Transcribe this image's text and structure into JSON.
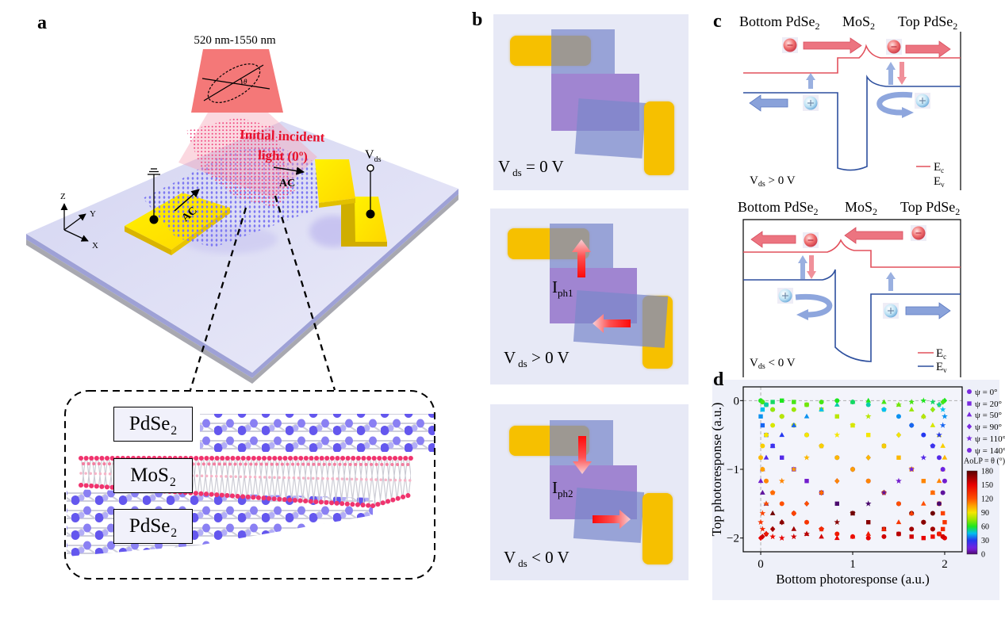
{
  "figure": {
    "panel_labels": [
      "a",
      "b",
      "c",
      "d"
    ]
  },
  "panel_a": {
    "wavelength_range": "520 nm-1550 nm",
    "polarization_angle": "θ",
    "incident_light": [
      "Initial incident",
      "light (0º)"
    ],
    "armchair_labels": [
      "AC",
      "AC"
    ],
    "bias_terminal": {
      "main": "V",
      "sub": "ds"
    },
    "axes": {
      "z": "Z",
      "y": "Y",
      "x": "X"
    },
    "inset_layers": [
      {
        "main": "PdSe",
        "sub": "2"
      },
      {
        "main": "MoS",
        "sub": "2"
      },
      {
        "main": "PdSe",
        "sub": "2"
      }
    ],
    "colors": {
      "light": "#f47878",
      "incident_text": "#e8102a",
      "electrode": "#fff000",
      "substrate": "#dcdcf4",
      "pdse2_atom": "#6457ee",
      "mos2_atom": "#f0346e"
    }
  },
  "panel_b": {
    "states": [
      {
        "bias": {
          "main": "V",
          "sub": "ds",
          "rest": " = 0 V"
        }
      },
      {
        "bias": {
          "main": "V",
          "sub": "ds",
          "rest": " > 0 V"
        },
        "current": {
          "main": "I",
          "sub": "ph1"
        }
      },
      {
        "bias": {
          "main": "V",
          "sub": "ds",
          "rest": " < 0 V"
        },
        "current": {
          "main": "I",
          "sub": "ph2"
        }
      }
    ],
    "colors": {
      "electrode": "#f6c000",
      "pdse2": "#7a88ca",
      "mos2": "#9676cc",
      "current_arrow": "#ff1010"
    }
  },
  "panel_c": {
    "diagrams": [
      {
        "headers": [
          {
            "main": "Bottom PdSe",
            "sub": "2"
          },
          {
            "main": "MoS",
            "sub": "2"
          },
          {
            "main": "Top PdSe",
            "sub": "2"
          }
        ],
        "bias": {
          "main": "V",
          "sub": "ds",
          "rest": " > 0 V"
        },
        "legend": [
          {
            "main": "E",
            "sub": "c"
          },
          {
            "main": "E",
            "sub": "v"
          }
        ]
      },
      {
        "headers": [
          {
            "main": "Bottom PdSe",
            "sub": "2"
          },
          {
            "main": "MoS",
            "sub": "2"
          },
          {
            "main": "Top PdSe",
            "sub": "2"
          }
        ],
        "bias": {
          "main": "V",
          "sub": "ds",
          "rest": " < 0 V"
        },
        "legend": [
          {
            "main": "E",
            "sub": "c"
          },
          {
            "main": "E",
            "sub": "v"
          }
        ]
      }
    ],
    "colors": {
      "conduction_band": "#e2505c",
      "valence_band": "#2d4f9e",
      "electron": "#e85060",
      "hole": "#8fc8ea"
    }
  },
  "chart_data": {
    "type": "scatter",
    "title": "",
    "xlabel": "Bottom photoresponse (a.u.)",
    "ylabel": "Top photoresponse (a.u.)",
    "xlim": [
      -0.19,
      2.19
    ],
    "ylim": [
      -2.2,
      0.2
    ],
    "xticks": [
      0,
      1,
      2
    ],
    "xtick_labels": [
      "0",
      "1",
      "2"
    ],
    "yticks": [
      0,
      -1,
      -2
    ],
    "ytick_labels": [
      "0",
      "−1",
      "−2"
    ],
    "grid": false,
    "reference_lines": {
      "x": 0,
      "y": 0
    },
    "legend_position": "right",
    "legend_marker_color": "#7a2be0",
    "colorbar": {
      "label": "AoLP = θ (°)",
      "range": [
        0,
        180
      ],
      "ticks": [
        180,
        150,
        120,
        90,
        60,
        30,
        0
      ],
      "tick_labels": [
        "180",
        "150",
        "120",
        "90",
        "60",
        "30",
        "0"
      ]
    },
    "colormap": [
      [
        0,
        "#4b0b6e"
      ],
      [
        12,
        "#7a1fe0"
      ],
      [
        30,
        "#2438f0"
      ],
      [
        45,
        "#00bff0"
      ],
      [
        60,
        "#1ee61e"
      ],
      [
        75,
        "#9be600"
      ],
      [
        90,
        "#f5e600"
      ],
      [
        105,
        "#ffa000"
      ],
      [
        120,
        "#ff5000"
      ],
      [
        150,
        "#e80000"
      ],
      [
        180,
        "#580000"
      ]
    ],
    "theta": [
      0,
      5,
      10,
      15,
      20,
      25,
      30,
      35,
      40,
      45,
      50,
      55,
      60,
      65,
      70,
      75,
      80,
      85,
      90,
      95,
      100,
      105,
      110,
      115,
      120,
      125,
      130,
      135,
      140,
      145,
      150,
      155,
      160,
      165,
      170,
      175
    ],
    "y": [
      -1.5,
      -1.34,
      -1.17,
      -1,
      -0.83,
      -0.66,
      -0.5,
      -0.36,
      -0.23,
      -0.13,
      -0.06,
      -0.02,
      0,
      -0.02,
      -0.06,
      -0.13,
      -0.23,
      -0.36,
      -0.5,
      -0.66,
      -0.83,
      -1,
      -1.17,
      -1.34,
      -1.5,
      -1.64,
      -1.77,
      -1.87,
      -1.94,
      -1.98,
      -2,
      -1.98,
      -1.94,
      -1.87,
      -1.77,
      -1.64
    ],
    "series": [
      {
        "name": "ψ = 0°",
        "psi": 0,
        "marker": "circle",
        "x": [
          1.5,
          1.34,
          1.17,
          1,
          0.83,
          0.66,
          0.5,
          0.36,
          0.23,
          0.13,
          0.06,
          0.02,
          0,
          0.02,
          0.06,
          0.13,
          0.23,
          0.36,
          0.5,
          0.66,
          0.83,
          1,
          1.17,
          1.34,
          1.5,
          1.64,
          1.77,
          1.87,
          1.94,
          1.98,
          2,
          1.98,
          1.94,
          1.87,
          1.77,
          1.64
        ]
      },
      {
        "name": "ψ = 20°",
        "psi": 20,
        "marker": "square",
        "x": [
          0.83,
          0.66,
          0.5,
          0.36,
          0.23,
          0.13,
          0.06,
          0.02,
          0,
          0.02,
          0.06,
          0.13,
          0.23,
          0.36,
          0.5,
          0.66,
          0.83,
          1,
          1.17,
          1.34,
          1.5,
          1.64,
          1.77,
          1.87,
          1.94,
          1.98,
          2,
          1.98,
          1.94,
          1.87,
          1.77,
          1.64,
          1.5,
          1.34,
          1.17,
          1
        ]
      },
      {
        "name": "ψ = 50°",
        "psi": 50,
        "marker": "triangle",
        "x": [
          0.06,
          0.02,
          0,
          0.02,
          0.06,
          0.13,
          0.23,
          0.36,
          0.5,
          0.66,
          0.83,
          1,
          1.17,
          1.34,
          1.5,
          1.64,
          1.77,
          1.87,
          1.94,
          1.98,
          2,
          1.98,
          1.94,
          1.87,
          1.77,
          1.64,
          1.5,
          1.34,
          1.17,
          1,
          0.83,
          0.66,
          0.5,
          0.36,
          0.23,
          0.13
        ]
      },
      {
        "name": "ψ = 90°",
        "psi": 90,
        "marker": "diamond",
        "x": [
          0.5,
          0.66,
          0.83,
          1,
          1.17,
          1.34,
          1.5,
          1.64,
          1.77,
          1.87,
          1.94,
          1.98,
          2,
          1.98,
          1.94,
          1.87,
          1.77,
          1.64,
          1.5,
          1.34,
          1.17,
          1,
          0.83,
          0.66,
          0.5,
          0.36,
          0.23,
          0.13,
          0.06,
          0.02,
          0,
          0.02,
          0.06,
          0.13,
          0.23,
          0.36
        ]
      },
      {
        "name": "ψ = 110°",
        "psi": 110,
        "marker": "star",
        "x": [
          1.17,
          1.34,
          1.5,
          1.64,
          1.77,
          1.87,
          1.94,
          1.98,
          2,
          1.98,
          1.94,
          1.87,
          1.77,
          1.64,
          1.5,
          1.34,
          1.17,
          1,
          0.83,
          0.66,
          0.5,
          0.36,
          0.23,
          0.13,
          0.06,
          0.02,
          0,
          0.02,
          0.06,
          0.13,
          0.23,
          0.36,
          0.5,
          0.66,
          0.83,
          1
        ]
      },
      {
        "name": "ψ = 140°",
        "psi": 140,
        "marker": "circle",
        "x": [
          1.94,
          1.98,
          2,
          1.98,
          1.94,
          1.87,
          1.77,
          1.64,
          1.5,
          1.34,
          1.17,
          1,
          0.83,
          0.66,
          0.5,
          0.36,
          0.23,
          0.13,
          0.06,
          0.02,
          0,
          0.02,
          0.06,
          0.13,
          0.23,
          0.36,
          0.5,
          0.66,
          0.83,
          1,
          1.17,
          1.34,
          1.5,
          1.64,
          1.77,
          1.87
        ]
      }
    ]
  }
}
